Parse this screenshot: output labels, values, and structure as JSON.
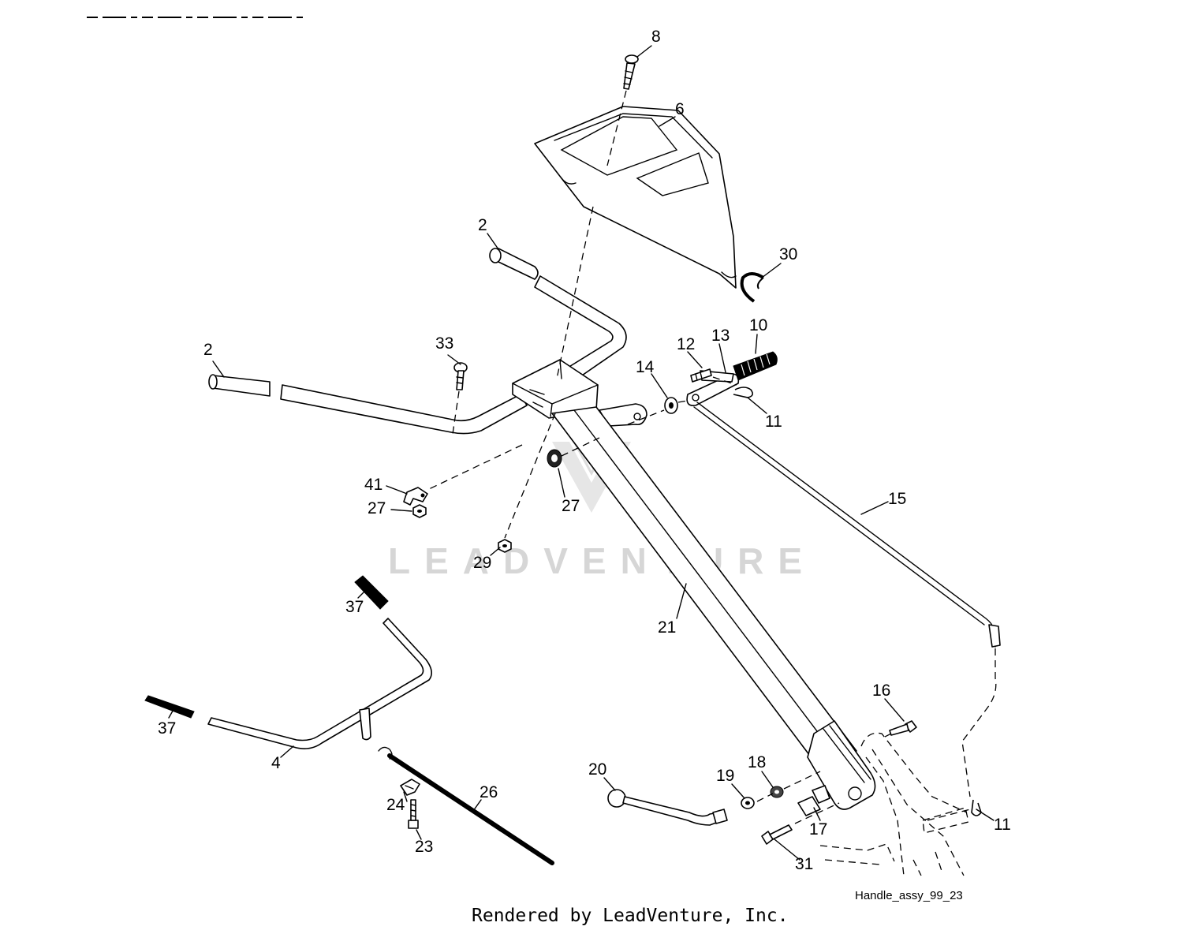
{
  "callouts": {
    "c8": "8",
    "c6": "6",
    "c2a": "2",
    "c30": "30",
    "c2b": "2",
    "c33": "33",
    "c12": "12",
    "c13": "13",
    "c10": "10",
    "c14": "14",
    "c11a": "11",
    "c41": "41",
    "c27a": "27",
    "c27b": "27",
    "c15": "15",
    "c29": "29",
    "c37a": "37",
    "c21": "21",
    "c16": "16",
    "c37b": "37",
    "c4": "4",
    "c20": "20",
    "c19": "19",
    "c18": "18",
    "c26": "26",
    "c24": "24",
    "c23": "23",
    "c17": "17",
    "c11b": "11",
    "c31": "31"
  },
  "caption": "Handle_assy_99_23",
  "footer": "Rendered by LeadVenture, Inc.",
  "watermark": "LEADVENTURE"
}
